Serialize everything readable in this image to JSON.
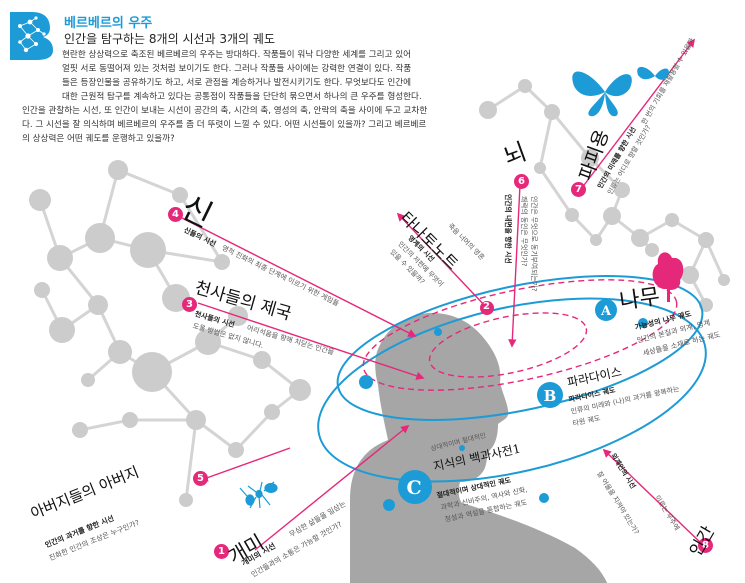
{
  "header": {
    "badge_letter": "B",
    "title": "베르베르의 우주",
    "subtitle": "인간을 탐구하는 8개의 시선과 3개의 궤도",
    "intro_lines": [
      "현란한 상상력으로 축조된 베르베르의 우주는 방대하다. 작품들이 워낙 다양한 세계를 그리고 있어",
      "얼핏 서로 동떨어져 있는 것처럼 보이기도 한다. 그러나 작품들 사이에는 강력한 연결이 있다. 작품",
      "들은 등장인물을 공유하기도 하고, 서로 관점을 계승하거나 발전시키기도 한다. 무엇보다도 인간에",
      "대한 근원적 탐구를 계속하고 있다는 공통점이 작품들을 단단히 묶으면서 하나의 큰 우주를 형성한다.",
      "인간을 관찰하는 시선, 또 인간이 보내는 시선이 공간의 축, 시간의 축, 영성의 축, 안락의 축을 사이에 두고 교차한",
      "다. 그 시선을 잘 의식하며 베르베르의 우주를 좀 더 뚜렷이 느낄 수 있다. 어떤 시선들이 있을까? 그리고 베르베르",
      "의 상상력은 어떤 궤도를 운행하고 있을까?"
    ]
  },
  "works": [
    {
      "number": "1",
      "title": "개미",
      "desc_bold": "개미의 시선",
      "desc": [
        "무심한 삶들을 일삼는",
        "인간들과의 소통은 가능할 것인가?"
      ]
    },
    {
      "number": "2",
      "title": "타나토노트",
      "desc_bold": "영계의 시선",
      "desc": [
        "죽음 너머의 영혼",
        "인간의 저편에 무엇이",
        "있을 수 있을까?"
      ]
    },
    {
      "number": "3",
      "title": "천사들의 제국",
      "desc_bold": "천사들의 시선",
      "desc": [
        "어리석음을 향해 치닫는 인간을",
        "도울 방법은 없지 않니다."
      ]
    },
    {
      "number": "4",
      "title": "신",
      "desc_bold": "신들의 시선",
      "desc": [
        "영적 진화의 최종 단계에 이르기 위한 게임들"
      ]
    },
    {
      "number": "5",
      "title": "아버지들의 아버지",
      "desc_bold": "인간의 과거를 향한 시선",
      "desc": [
        "진화한 인간의 조상은 누구인가?"
      ]
    },
    {
      "number": "6",
      "title": "뇌",
      "desc_bold": "인간의 내면을 향한 시선",
      "desc": [
        "인간은 무엇으로 동기부여되는가?",
        "쾌락의 동인은 무엇인가?"
      ]
    },
    {
      "number": "7",
      "title": "파피용",
      "desc_bold": "인간의 미래를 향한 시선",
      "desc": [
        "한 번의 기회를 재활용할 수 있을까",
        "인류는 어디로 향할 것인가?"
      ]
    },
    {
      "number": "8",
      "title": "인간",
      "desc_bold": "외계인의 시선",
      "desc": [
        "이류는 우주에",
        "잘 어울을 지켜야 있는가?"
      ]
    }
  ],
  "orbits": [
    {
      "letter": "A",
      "title": "나무",
      "desc_bold": "가능성의 나무 궤도",
      "desc": [
        "인간의 본질과 외계, 영계",
        "세상들을 소재로 하는 궤도"
      ]
    },
    {
      "letter": "B",
      "title": "파라다이스",
      "desc_bold": "파라다이스 궤도",
      "desc": [
        "인류의 미래와 (나)의 과거를 왕복하는",
        "타원 궤도"
      ]
    },
    {
      "letter": "C",
      "title": "지식의 백과사전1",
      "desc_top": "상대적이며 절대적인",
      "desc_bold": "절대적이며 상대적인 궤도",
      "desc": [
        "과학과 신비주의, 역사와 신화,",
        "정설과 역설을 통합하는 궤도"
      ]
    }
  ],
  "colors": {
    "accent_blue": "#1d9bd6",
    "accent_pink": "#e6287a",
    "molecule_gray": "#cccccc",
    "human_silhouette": "#a6a6a6"
  },
  "icons": [
    "molecule-network-icon",
    "butterfly-icon",
    "ant-icon",
    "tree-icon"
  ]
}
